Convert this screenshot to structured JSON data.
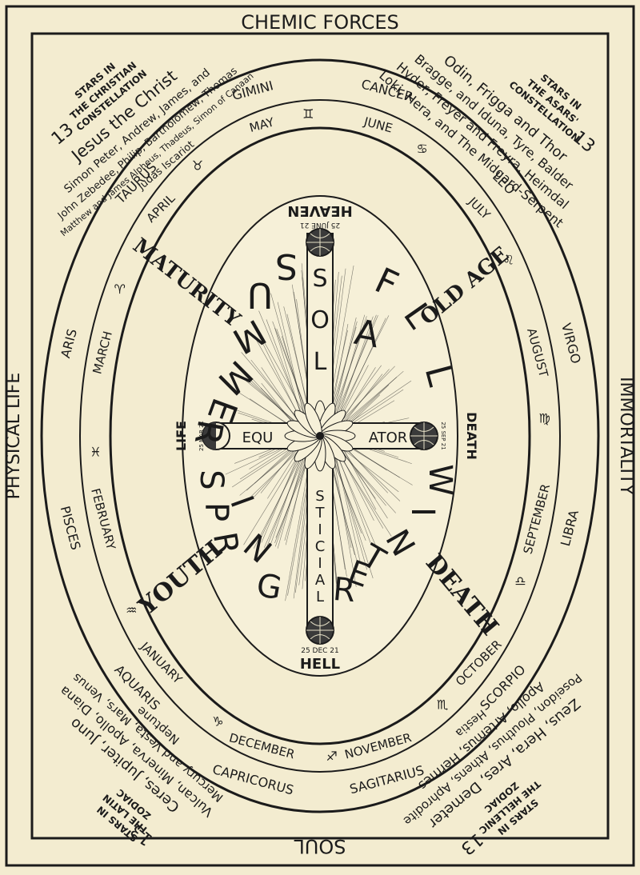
{
  "borders": {
    "top": "CHEMIC FORCES",
    "bottom": "SOUL",
    "left": "PHYSICAL LIFE",
    "right": "IMMORTALITY"
  },
  "corners": {
    "christian": {
      "count": "13",
      "heading": [
        "STARS IN",
        "THE CHRISTIAN",
        "CONSTELLATION"
      ],
      "lines": [
        "Jesus the Christ",
        "Simon Peter, Andrew, James, and",
        "John Zebedee, Philip, Bartholomew, Thomas",
        "Matthew and James Alpheus, Thadeus, Simon of Canaan",
        "Judas Iscariot"
      ]
    },
    "asars": {
      "count": "13",
      "heading": [
        "STARS IN",
        "THE ASARS'",
        "CONSTELLATION"
      ],
      "lines": [
        "Odin, Frigga and Thor",
        "Bragge, and Iduna, Tyre, Balder",
        "Hyder, Freyer and Freyra, Heimdal",
        "Loki, Hera, and The Midgard-Serpent"
      ]
    },
    "latin": {
      "count": "13",
      "heading": [
        "STARS IN",
        "THE LATIN",
        "ZODIAC"
      ],
      "lines": [
        "Ceres, Jupiter, Juno",
        "Vulcan, Minerva, Apollo, Diana",
        "Mercury and Vesta, Mars, Venus",
        "Neptune"
      ]
    },
    "hellenic": {
      "count": "13",
      "heading": [
        "STARS IN",
        "THE HELLENIC",
        "ZODIAC"
      ],
      "lines": [
        "Zeus, Hera, Ares, Demeter",
        "Poseidon, Plouthus, Athens, Aphrodite",
        "Apollo, Artemus, Hermes",
        "Hestia"
      ]
    }
  },
  "zodiac": [
    {
      "sign": "CANCER",
      "month": "JUNE",
      "symbol": "♋"
    },
    {
      "sign": "LEO",
      "month": "JULY",
      "symbol": "♌"
    },
    {
      "sign": "VIRGO",
      "month": "AUGUST",
      "symbol": "♍"
    },
    {
      "sign": "LIBRA",
      "month": "SEPTEMBER",
      "symbol": "♎"
    },
    {
      "sign": "SCORPIO",
      "month": "OCTOBER",
      "symbol": "♏"
    },
    {
      "sign": "SAGITARIUS",
      "month": "NOVEMBER",
      "symbol": "♐"
    },
    {
      "sign": "CAPRICORUS",
      "month": "DECEMBER",
      "symbol": "♑"
    },
    {
      "sign": "AQUARIS",
      "month": "JANUARY",
      "symbol": "♒"
    },
    {
      "sign": "PISCES",
      "month": "FEBRUARY",
      "symbol": "♓"
    },
    {
      "sign": "ARIS",
      "month": "MARCH",
      "symbol": "♈"
    },
    {
      "sign": "TAURUS",
      "month": "APRIL",
      "symbol": "♉"
    },
    {
      "sign": "GIMINI",
      "month": "MAY",
      "symbol": "♊"
    }
  ],
  "ages": {
    "maturity": "MATURITY",
    "old_age": "OLD AGE",
    "youth": "YOUTH",
    "death": "DEATH"
  },
  "seasons": {
    "summer": "SUMMER",
    "fall": "FALL",
    "spring": "SPRING",
    "winter": "WINTER"
  },
  "cross": {
    "top": "HEAVEN",
    "bottom": "HELL",
    "left": "LIFE",
    "right": "DEATH",
    "vertical_top": "SOL",
    "vertical_bottom": "STICIAL",
    "horizontal_left": "EQU",
    "horizontal_right": "ATOR",
    "date_top": "25 JUNE 21",
    "date_bottom": "25 DEC 21",
    "date_left": "25 MAR 21",
    "date_right": "25 SEP 21"
  }
}
